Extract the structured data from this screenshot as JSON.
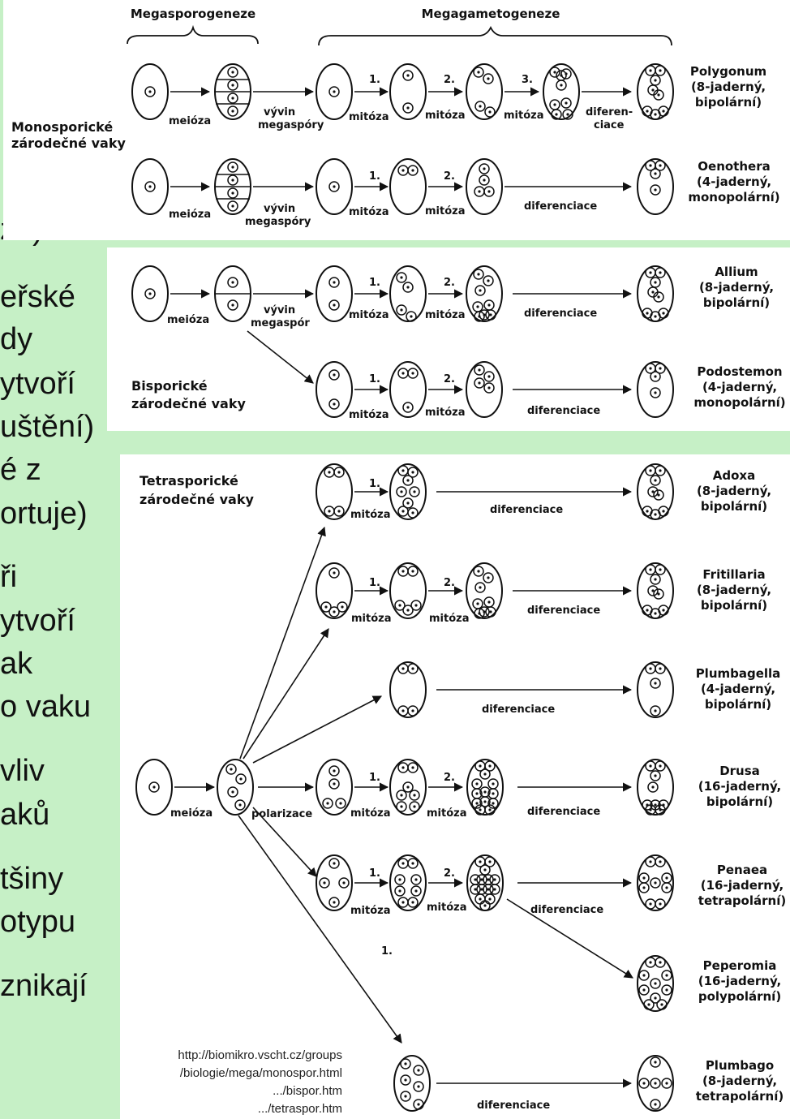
{
  "background_fragments": [
    "ze)",
    "eřské",
    "dy",
    "ytvoří",
    "uštění)",
    "é z",
    "ortuje)",
    "ři",
    "ytvoří",
    "ak",
    "o vaku",
    "vliv",
    "aků",
    "tšiny",
    "otypu",
    "znikají"
  ],
  "headers": {
    "megasporogeneze": "Megasporogeneze",
    "megagametogeneze": "Megagametogeneze"
  },
  "groups": {
    "mono": [
      "Monosporické",
      "zárodečné vaky"
    ],
    "bi": [
      "Bisporické",
      "zárodečné vaky"
    ],
    "tetra": [
      "Tetrasporické",
      "zárodečné vaky"
    ]
  },
  "steps": {
    "meioza": "meióza",
    "vyvin": "vývin",
    "megaspory": "megaspóry",
    "megaspor": "megaspór",
    "mitoza": "mitóza",
    "diferenciace": "diferenciace",
    "diferen": "diferen-",
    "ciace": "ciace",
    "polarizace": "polarizace",
    "n1": "1.",
    "n2": "2.",
    "n3": "3."
  },
  "types": {
    "polygonum": [
      "Polygonum",
      "(8-jaderný,",
      "bipolární)"
    ],
    "oenothera": [
      "Oenothera",
      "(4-jaderný,",
      "monopolární)"
    ],
    "allium": [
      "Allium",
      "(8-jaderný,",
      "bipolární)"
    ],
    "podostemon": [
      "Podostemon",
      "(4-jaderný,",
      "monopolární)"
    ],
    "adoxa": [
      "Adoxa",
      "(8-jaderný,",
      "bipolární)"
    ],
    "fritillaria": [
      "Fritillaria",
      "(8-jaderný,",
      "bipolární)"
    ],
    "plumbagella": [
      "Plumbagella",
      "(4-jaderný,",
      "bipolární)"
    ],
    "drusa": [
      "Drusa",
      "(16-jaderný,",
      "bipolární)"
    ],
    "penaea": [
      "Penaea",
      "(16-jaderný,",
      "tetrapolární)"
    ],
    "peperomia": [
      "Peperomia",
      "(16-jaderný,",
      "polypolární)"
    ],
    "plumbago": [
      "Plumbago",
      "(8-jaderný,",
      "tetrapolární)"
    ]
  },
  "source": [
    "http://biomikro.vscht.cz/groups",
    "/biologie/mega/monospor.html",
    ".../bispor.htm",
    ".../tetraspor.htm"
  ]
}
